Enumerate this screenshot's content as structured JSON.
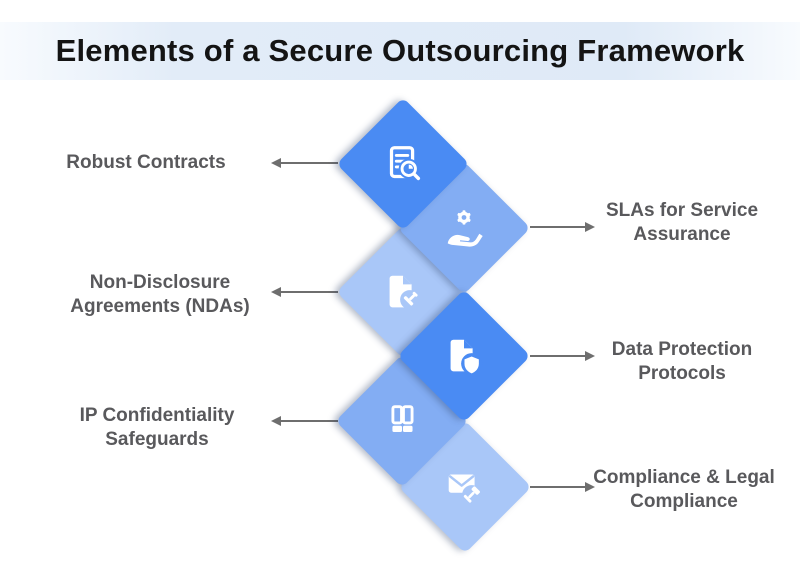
{
  "header": {
    "title": "Elements of a Secure Outsourcing Framework"
  },
  "theme": {
    "banner_background": "#e0eaf7",
    "diamond_dark_blue": "#4a8bf3",
    "diamond_medium_blue": "#83adf3",
    "diamond_light_blue": "#a9c7f8",
    "icon_color": "#ffffff",
    "label_text_color": "#59595c",
    "arrow_color": "#6e6e6e",
    "title_text_color": "#141414"
  },
  "items": [
    {
      "label": "Robust Contracts",
      "side": "left",
      "shade": "dark",
      "icon": "document-search-icon"
    },
    {
      "label": "SLAs for Service Assurance",
      "side": "right",
      "shade": "medium",
      "icon": "hand-gear-icon"
    },
    {
      "label": "Non-Disclosure Agreements (NDAs)",
      "side": "left",
      "shade": "light",
      "icon": "document-stamp-icon"
    },
    {
      "label": "Data Protection Protocols",
      "side": "right",
      "shade": "dark",
      "icon": "document-shield-icon"
    },
    {
      "label": "IP Confidentiality Safeguards",
      "side": "left",
      "shade": "medium",
      "icon": "archive-binders-icon"
    },
    {
      "label": "Compliance & Legal Compliance",
      "side": "right",
      "shade": "light",
      "icon": "envelope-gavel-icon"
    }
  ]
}
